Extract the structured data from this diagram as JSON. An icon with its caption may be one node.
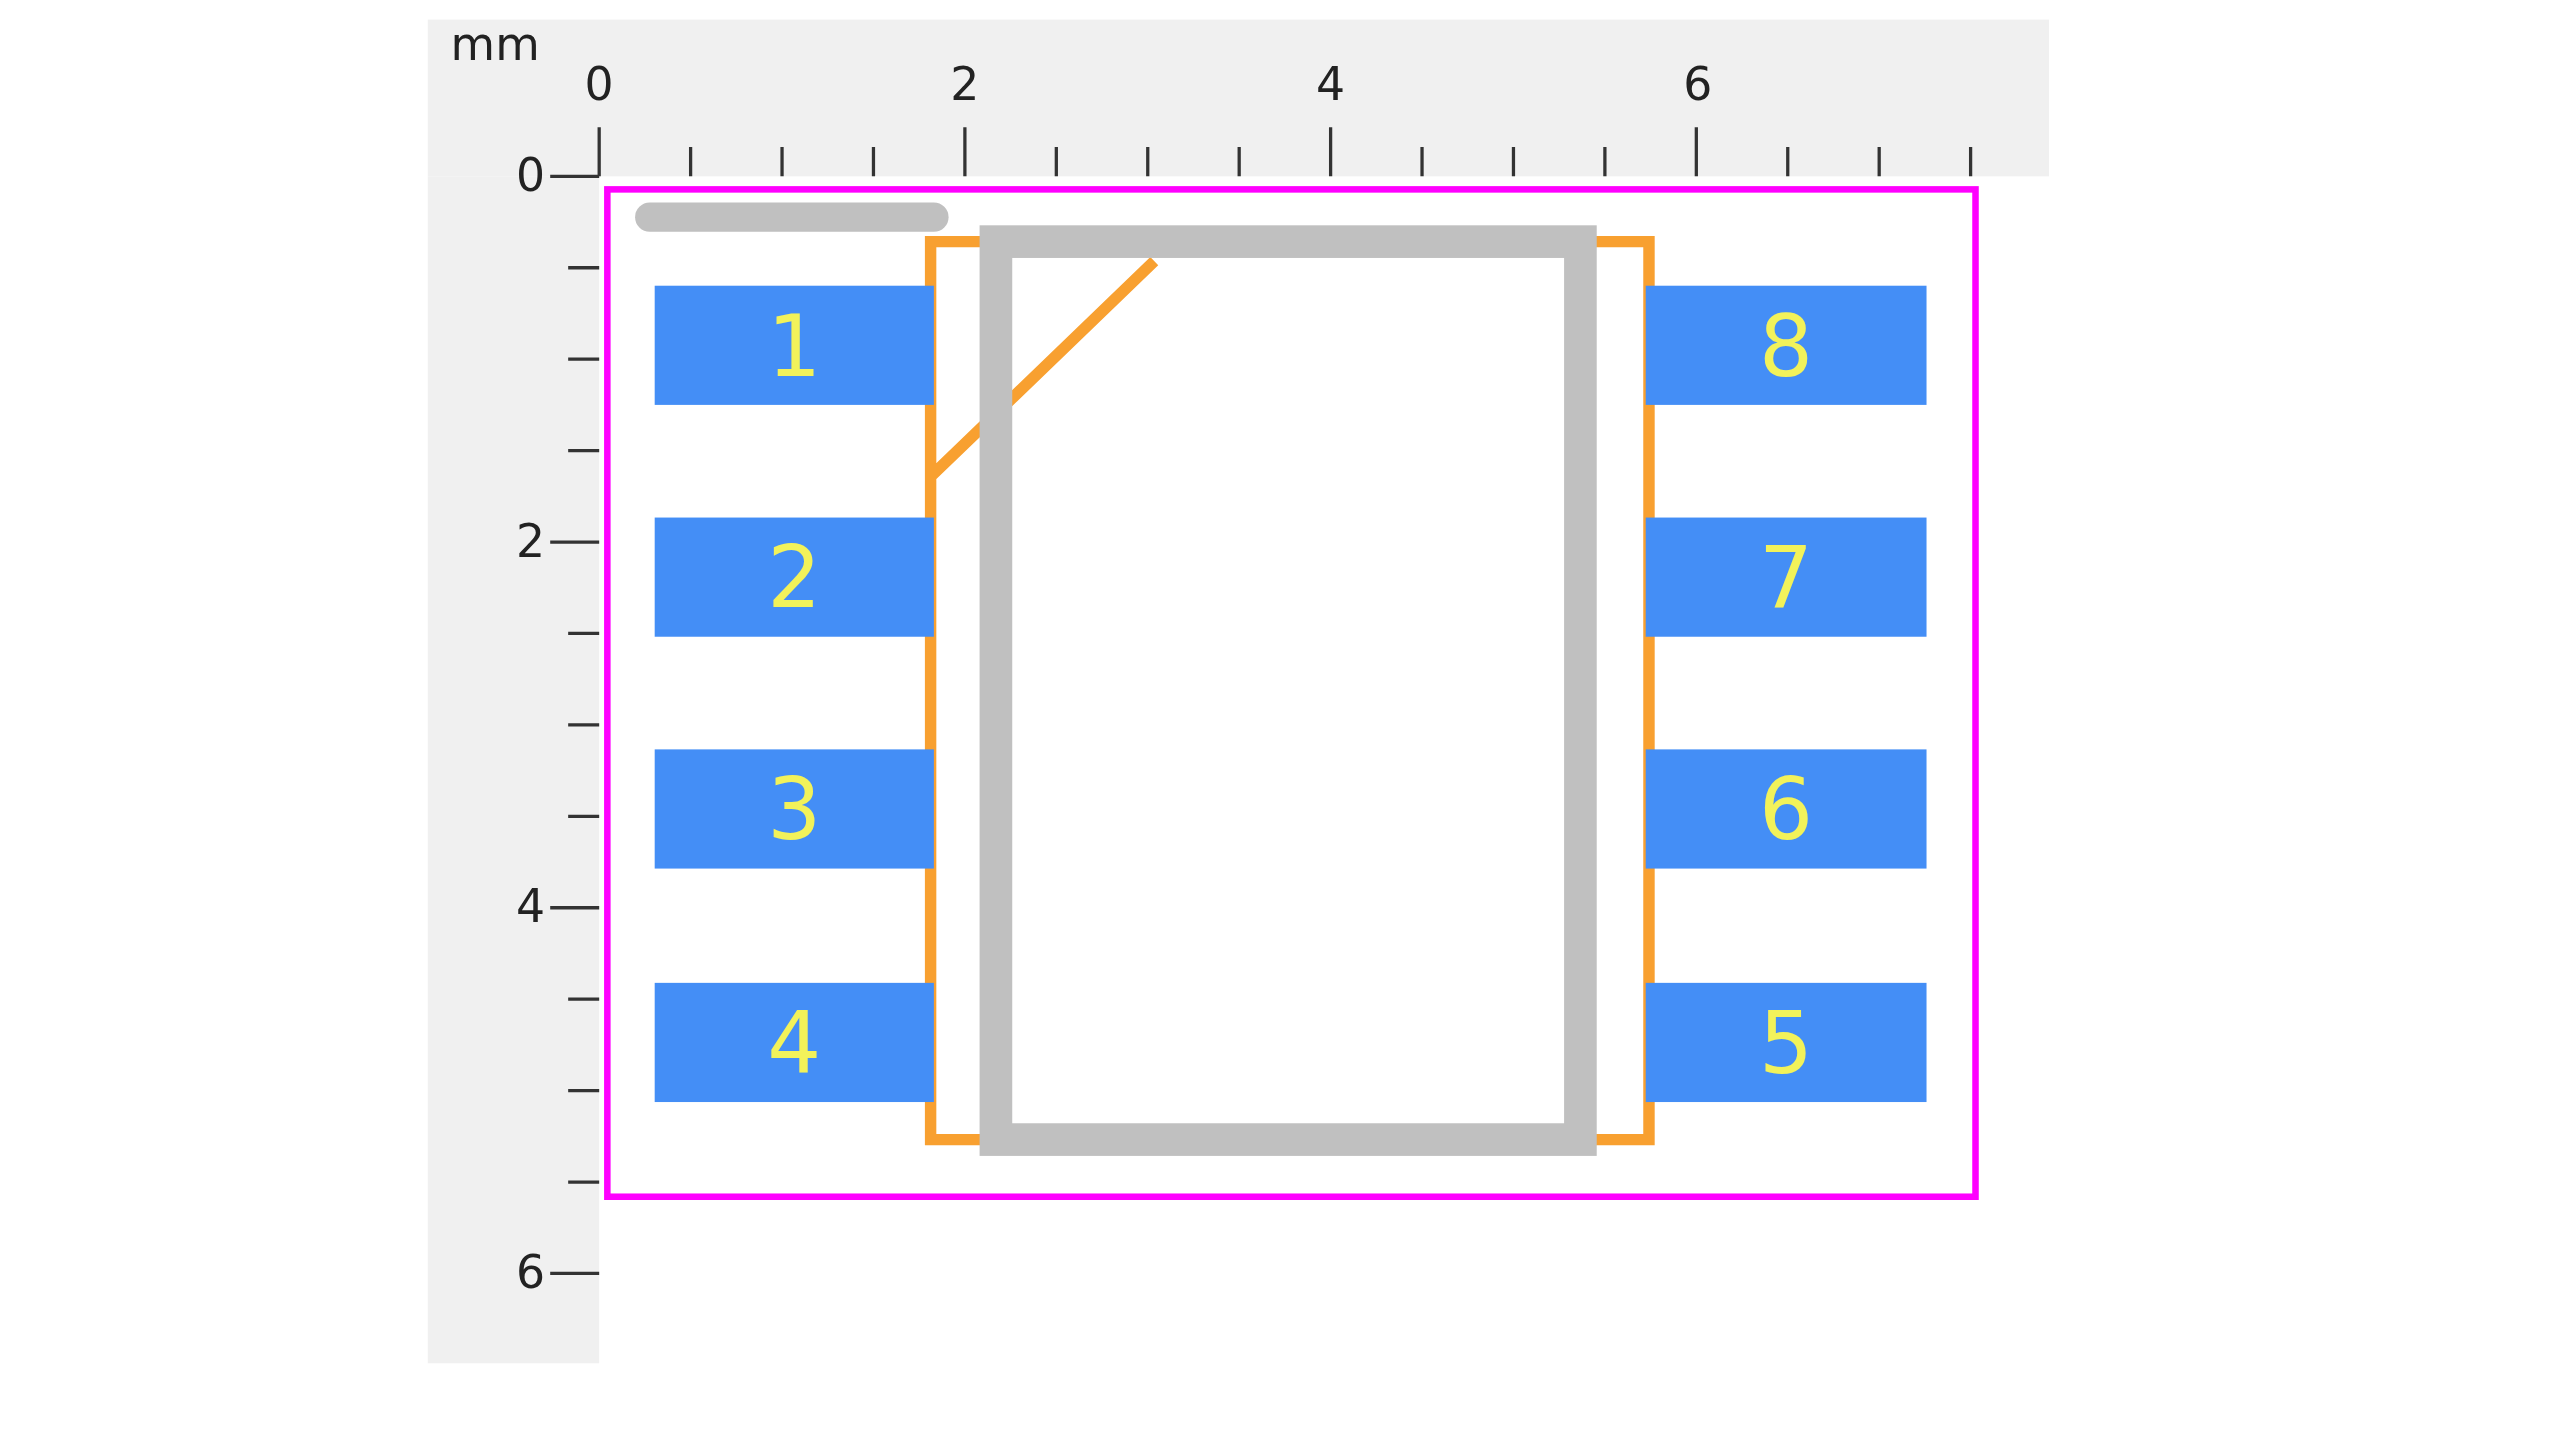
{
  "diagram": {
    "nodes": [
      {
        "text": [
          "1"
        ]
      },
      {
        "text": [
          "8"
        ]
      },
      {
        "text": [
          "2"
        ]
      },
      {
        "text": [
          "7"
        ]
      },
      {
        "text": [
          "3"
        ]
      },
      {
        "text": [
          "6"
        ]
      },
      {
        "text": [
          "4"
        ]
      },
      {
        "text": [
          "5"
        ]
      }
    ],
    "labels": [
      "mm",
      "0",
      "2",
      "4",
      "6",
      "0",
      "2",
      "4",
      "6"
    ]
  }
}
